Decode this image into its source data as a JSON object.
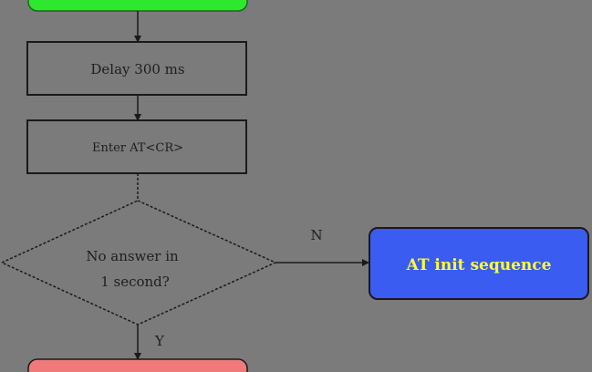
{
  "nodes": {
    "delay": {
      "label": "Delay 300 ms"
    },
    "enter_at": {
      "label": "Enter AT<CR>"
    },
    "decision": {
      "line1": "No answer in",
      "line2": "1 second?"
    },
    "at_init": {
      "label": "AT init sequence"
    }
  },
  "edges": {
    "no_label": "N",
    "yes_label": "Y"
  },
  "colors": {
    "background": "#7b7b7b",
    "start_fill": "#2ee82e",
    "process_fill": "#7b7b7b",
    "init_fill": "#3a5cf0",
    "end_fill": "#f07a7a",
    "line": "#1a1a1a",
    "init_text": "#ffff33"
  }
}
